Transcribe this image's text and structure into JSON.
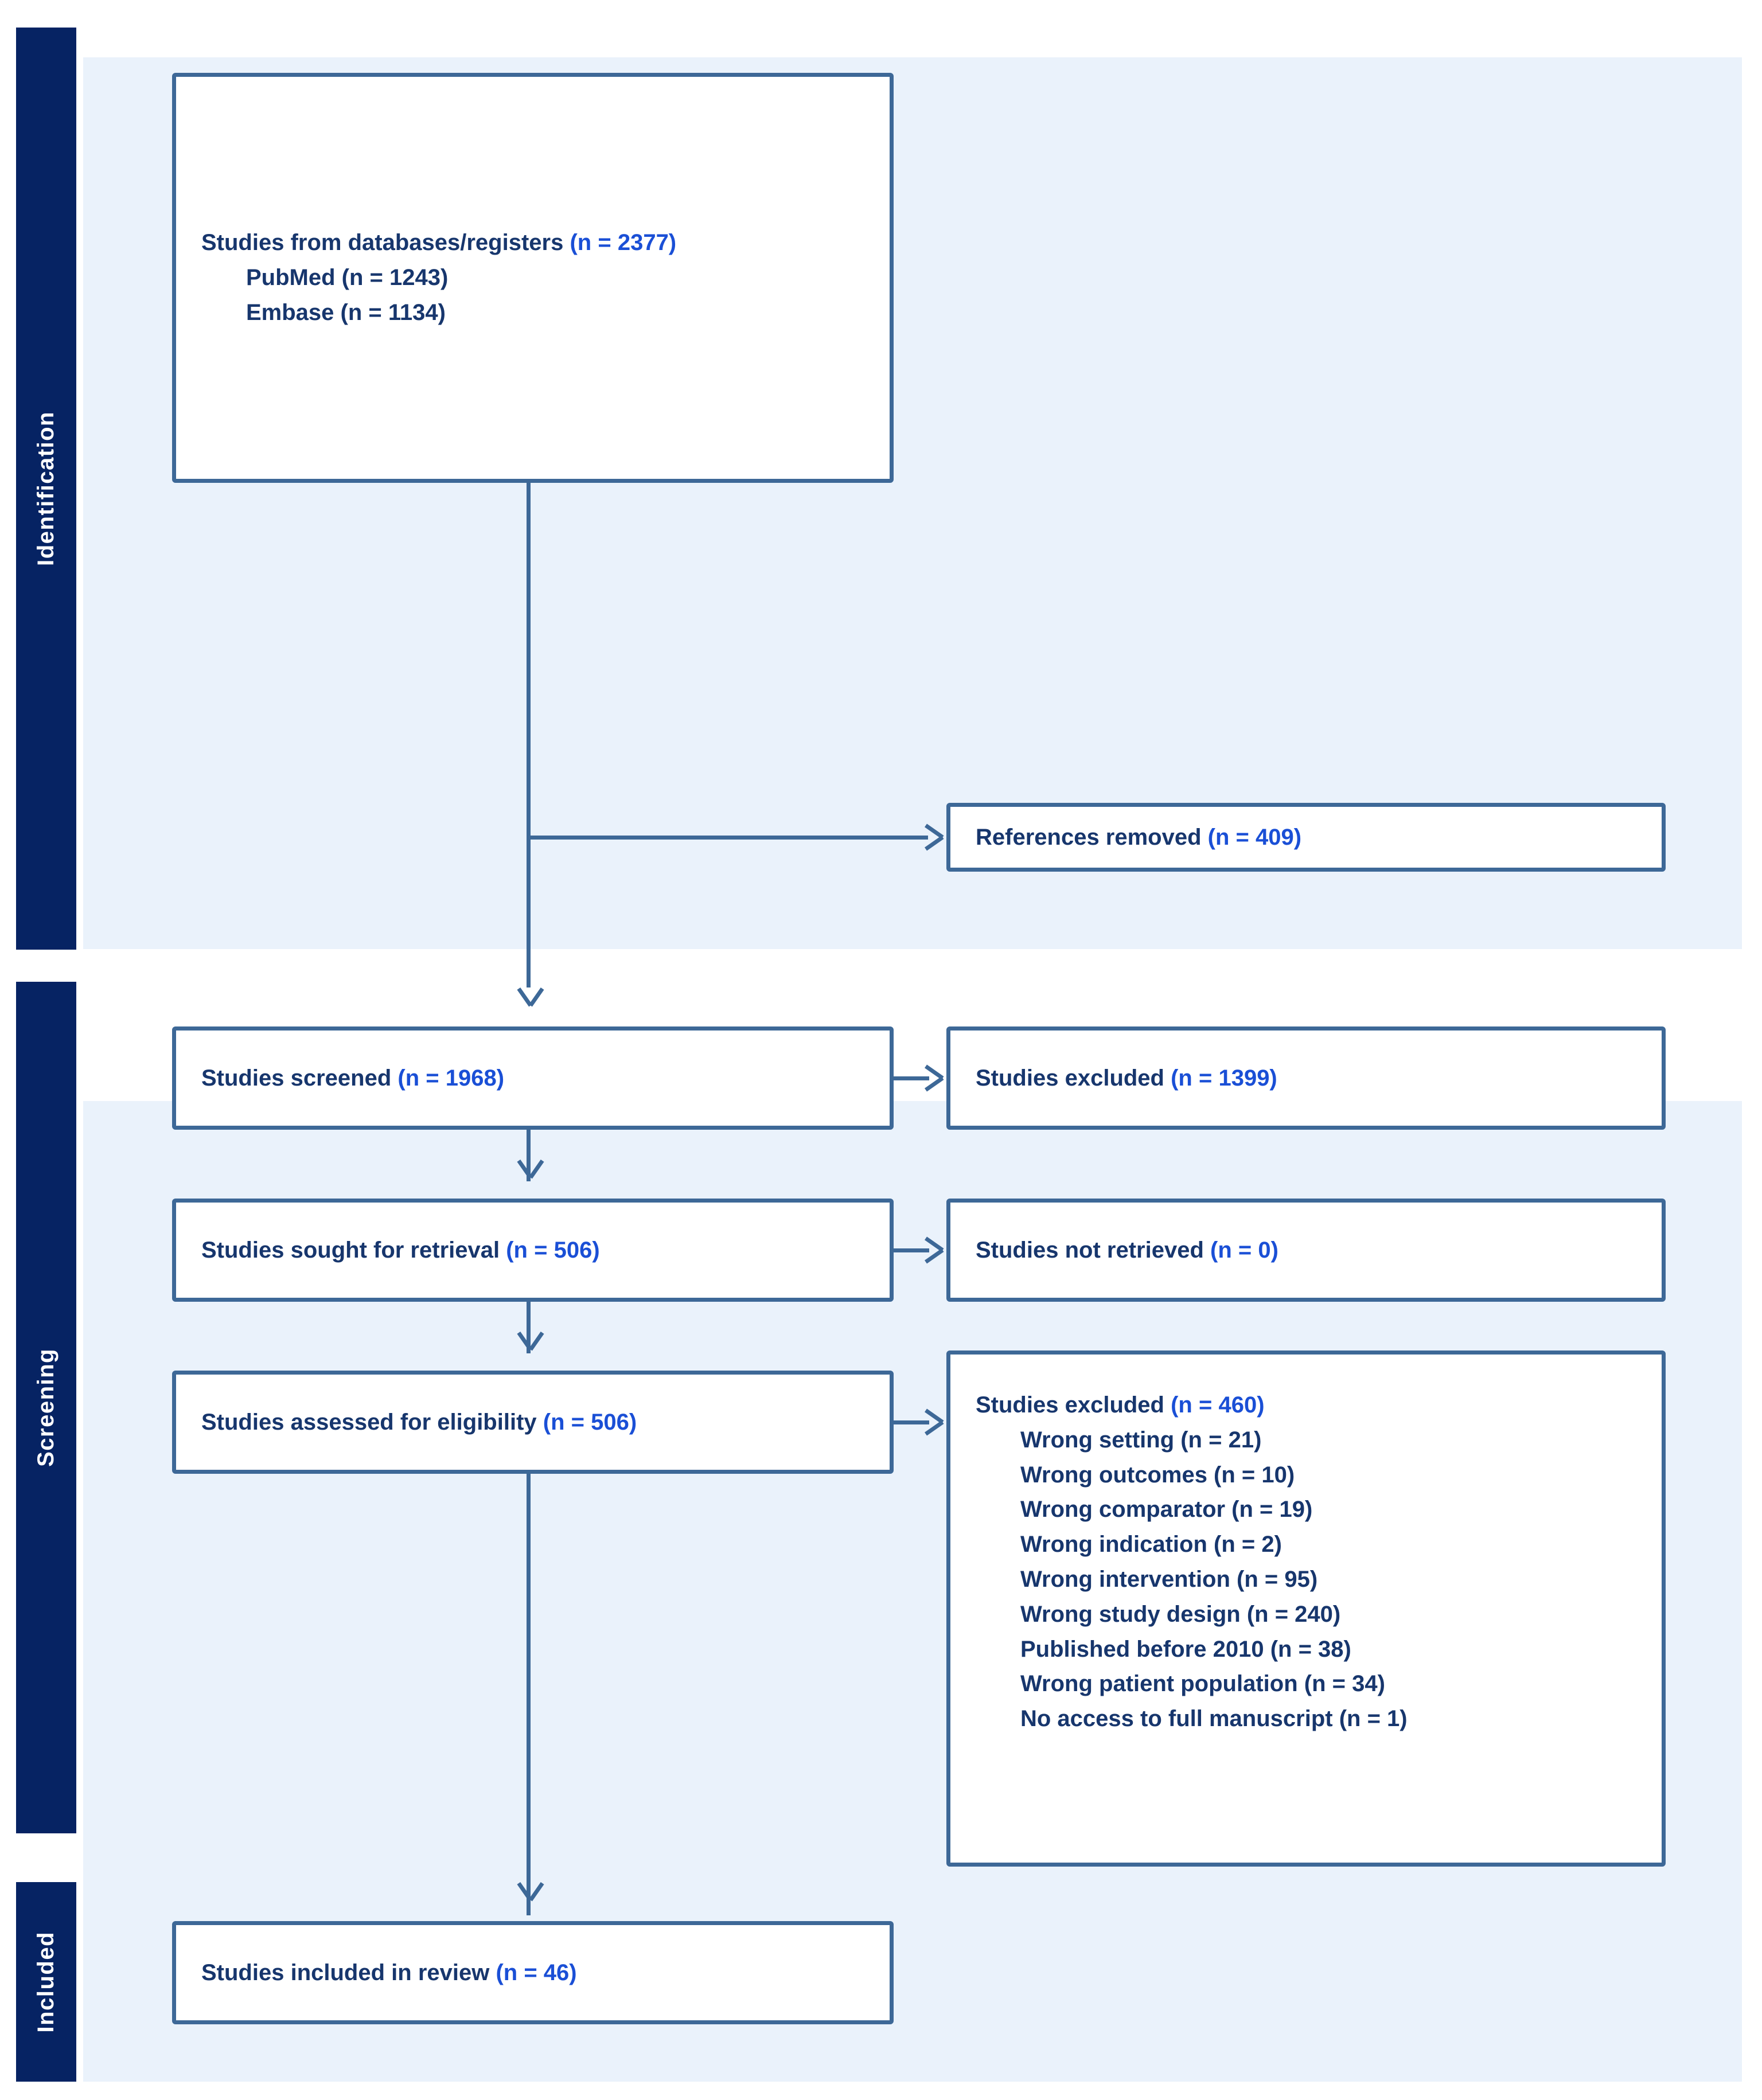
{
  "diagram": {
    "type": "PRISMA flow diagram",
    "colors": {
      "stage_bar": "#062363",
      "panel": "#eaf2fb",
      "box_border": "#3d6897",
      "text": "#17366d",
      "count_accent": "#1a4fd6"
    }
  },
  "stages": [
    {
      "label": "Identification"
    },
    {
      "label": "Screening"
    },
    {
      "label": "Included"
    }
  ],
  "boxes": {
    "databases": {
      "title": "Studies from databases/registers",
      "count": "(n = 2377)",
      "sources": [
        "PubMed (n = 1243)",
        "Embase (n = 1134)"
      ]
    },
    "references_removed": {
      "title": "References removed",
      "count": "(n = 409)"
    },
    "screened": {
      "title": "Studies screened",
      "count": "(n = 1968)"
    },
    "excluded_screening": {
      "title": "Studies excluded",
      "count": "(n = 1399)"
    },
    "sought_for_retrieval": {
      "title": "Studies sought for retrieval",
      "count": "(n = 506)"
    },
    "not_retrieved": {
      "title": "Studies not retrieved",
      "count": "(n = 0)"
    },
    "assessed_for_eligibility": {
      "title": "Studies assessed for eligibility",
      "count": "(n = 506)"
    },
    "excluded_eligibility": {
      "title": "Studies excluded",
      "count": "(n = 460)",
      "reasons": [
        "Wrong setting (n = 21)",
        "Wrong outcomes (n = 10)",
        "Wrong comparator (n = 19)",
        "Wrong indication (n = 2)",
        "Wrong intervention (n = 95)",
        "Wrong study design (n = 240)",
        "Published before 2010 (n = 38)",
        "Wrong patient population (n = 34)",
        "No access to full manuscript (n = 1)"
      ]
    },
    "included_in_review": {
      "title": "Studies included in review",
      "count": "(n = 46)"
    }
  }
}
